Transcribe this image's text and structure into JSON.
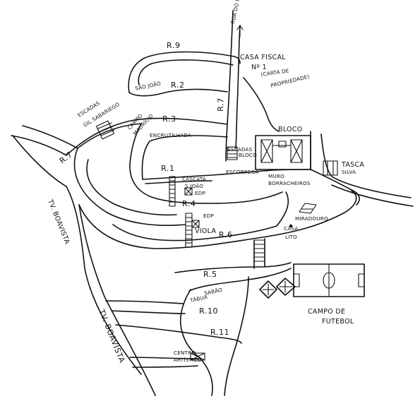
{
  "map": {
    "ink_color": "#111111",
    "background": "#ffffff",
    "streets": {
      "r9": "R.9",
      "r2": "R.2",
      "r3": "R.3",
      "r1": "R.1",
      "r4": "R.4",
      "r6": "R.6",
      "r7": "R.7",
      "r5": "R.5",
      "r10": "R.10",
      "r11": "R.11",
      "r_vertical": "R.7",
      "rua_do_meio": "RUA DO MEIO",
      "tv_boavista_upper": "TV. BOAVISTA",
      "tv_boavista_lower": "TV. BOAVISTA"
    },
    "places": {
      "sao_joao": "SÃO JOÃO",
      "casa_fiscal": "CASA FISCAL",
      "casa_fiscal_num": "Nº 1",
      "casa_fiscal_note_1": "(CARTA DE",
      "casa_fiscal_note_2": "PROPRIEDADE)",
      "escadas_gil": "ESCADAS",
      "escadas_gil_2": "GIL SABARIEGO",
      "campo_mauricio_1": "CAMPO",
      "campo_mauricio_2": "MAURÍCIO",
      "encruzilhada": "ENCRUZILHADA",
      "bloco": "BLOCO",
      "escadas_bloco_1": "ESCADAS",
      "escadas_bloco_2": "BLOCO",
      "escorrega": "ESCORREGA",
      "cascata_1": "CASCATA",
      "cascata_2": "S.JOÃO",
      "edp_1": "EDP",
      "edp_2": "EDP",
      "viola": "VIOLA",
      "muro_1": "MURO",
      "muro_2": "BORRACHEIROS",
      "tasca_1": "TASCA",
      "tasca_2": "SILVA",
      "miradouro": "MIRADOURO",
      "casa_lito_1": "CASA",
      "casa_lito_2": "LITO",
      "campo_futebol_1": "CAMPO DE",
      "campo_futebol_2": "FUTEBOL",
      "tabua_1": "TÁBUA",
      "tabua_2": "SABÃO",
      "centro_1": "CENTRO",
      "centro_2": "ARTÍSTICO"
    }
  }
}
